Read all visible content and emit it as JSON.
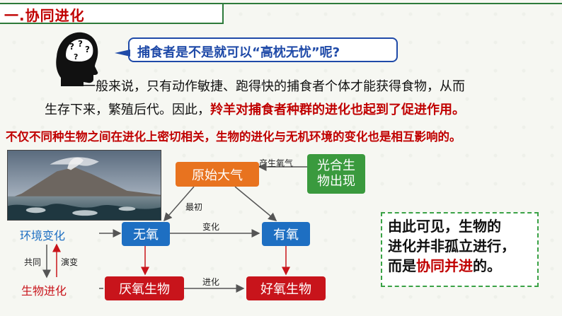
{
  "section_title": "一.协同进化",
  "question": "捕食者是不是就可以“高枕无忧”呢?",
  "paragraph": {
    "line1": "一般来说，只有动作敏捷、跑得快的捕食者个体才能获得食物，从而",
    "line2_plain": "生存下来，繁殖后代。因此，",
    "line2_highlight": "羚羊对捕食者种群的进化也起到了促进作用。"
  },
  "statement": "不仅不同种生物之间在进化上密切相关，生物的进化与无机环境的变化也是相互影响的。",
  "diagram": {
    "nodes": {
      "primitive_atmosphere": "原始大气",
      "photosynthetic_organisms": "光合生物出现",
      "anaerobic": "无氧",
      "aerobic": "有氧",
      "anaerobic_organisms": "厌氧生物",
      "aerobic_organisms": "好氧生物"
    },
    "edge_labels": {
      "produce_oxygen": "产生氧气",
      "initially": "最初",
      "change": "变化",
      "evolution": "进化"
    },
    "side_labels": {
      "environment_change": "环境变化",
      "organism_evolution": "生物进化",
      "co": "共同",
      "evolve": "演变"
    },
    "colors": {
      "orange": "#e8731f",
      "blue": "#1e6fc2",
      "red": "#c8141b",
      "green": "#3a9a3e"
    }
  },
  "conclusion": {
    "line1": "由此可见，生物的",
    "line2": "进化并非孤立进行，",
    "line3_plain_before": "而是",
    "line3_highlight": "协同并进",
    "line3_plain_after": "的。"
  }
}
